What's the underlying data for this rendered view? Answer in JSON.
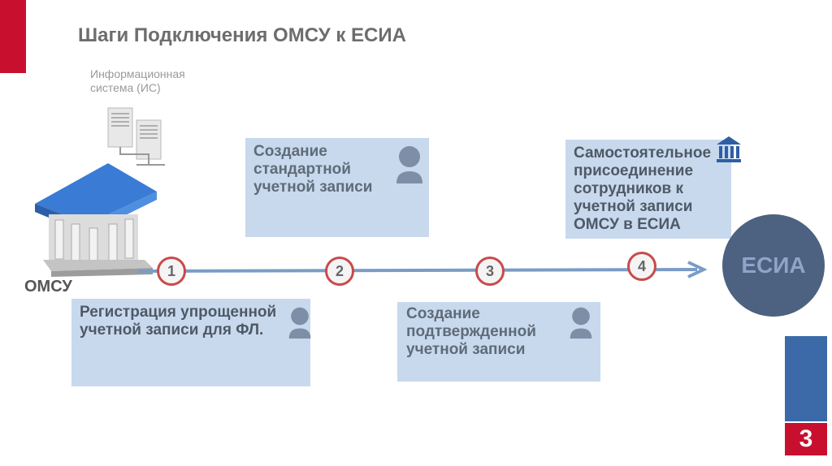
{
  "title": "Шаги Подключения ОМСУ к ЕСИА",
  "is_label": "Информационная система (ИС)",
  "omsu_label": "ОМСУ",
  "esia_label": "ЕСИА",
  "page_number": "3",
  "steps": [
    {
      "number": "1",
      "text": "Регистрация упрощенной учетной записи для ФЛ."
    },
    {
      "number": "2",
      "text": "Создание стандартной учетной записи"
    },
    {
      "number": "3",
      "text": "Создание подтвержденной учетной записи"
    },
    {
      "number": "4",
      "text": "Самостоятельное присоединение сотрудников к учетной записи ОМСУ в ЕСИА"
    }
  ],
  "icons": [
    "building-icon",
    "servers-icon",
    "person-icon",
    "institution-icon"
  ],
  "colors": {
    "accent_red": "#c8102e",
    "box_blue": "#c8d9ee",
    "esia_circle": "#4d6181",
    "timeline": "#7a9cc6"
  }
}
